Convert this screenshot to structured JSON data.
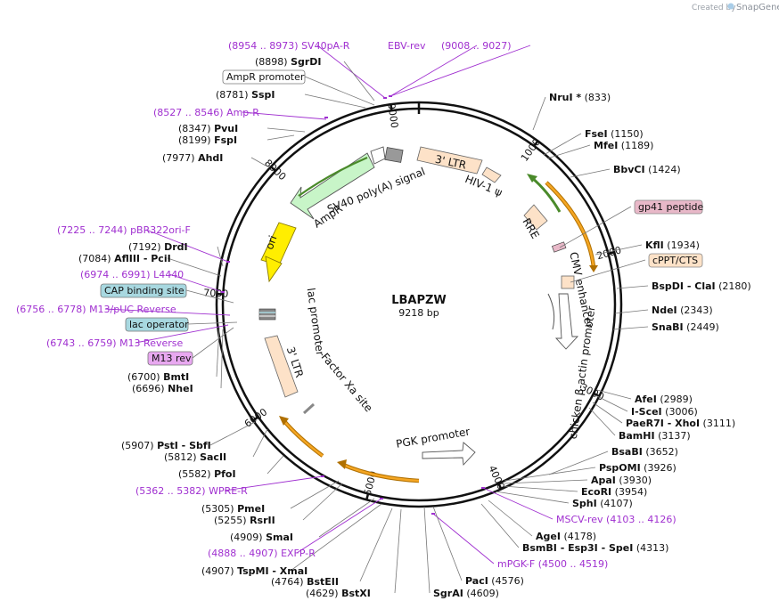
{
  "plasmid": {
    "name": "LBAPZW",
    "length": "9218 bp"
  },
  "credit": {
    "prefix": "Created by",
    "brand": "SnapGene"
  },
  "ticks": [
    "1000",
    "2000",
    "3000",
    "4000",
    "5000",
    "6000",
    "7000",
    "8000",
    "9000"
  ],
  "features": {
    "ltr3_top": "3' LTR",
    "hiv": "HIV-1 ψ",
    "rre": "RRE",
    "cmv": "CMV enhancer",
    "cba": "chicken β-actin promoter",
    "pgk": "PGK promoter",
    "factorxa": "Factor Xa site",
    "ltr3_bot": "3' LTR",
    "lac": "lac promoter",
    "ori": "ori",
    "ampr": "AmpR",
    "sv40": "SV40 poly(A) signal"
  },
  "right_labels": [
    {
      "name": "NruI *",
      "pos": "(833)"
    },
    {
      "name": "FseI",
      "pos": "(1150)"
    },
    {
      "name": "MfeI",
      "pos": "(1189)"
    },
    {
      "name": "BbvCI",
      "pos": "(1424)"
    },
    {
      "name": "gp41 peptide",
      "pos": ""
    },
    {
      "name": "KflI",
      "pos": "(1934)"
    },
    {
      "name": "cPPT/CTS",
      "pos": ""
    },
    {
      "name": "BspDI - ClaI",
      "pos": "(2180)"
    },
    {
      "name": "NdeI",
      "pos": "(2343)"
    },
    {
      "name": "SnaBI",
      "pos": "(2449)"
    },
    {
      "name": "AfeI",
      "pos": "(2989)"
    },
    {
      "name": "I-SceI",
      "pos": "(3006)"
    },
    {
      "name": "PaeR7I - XhoI",
      "pos": "(3111)"
    },
    {
      "name": "BamHI",
      "pos": "(3137)"
    },
    {
      "name": "BsaBI",
      "pos": "(3652)"
    },
    {
      "name": "PspOMI",
      "pos": "(3926)"
    },
    {
      "name": "ApaI",
      "pos": "(3930)"
    },
    {
      "name": "EcoRI",
      "pos": "(3954)"
    },
    {
      "name": "SphI",
      "pos": "(4107)"
    },
    {
      "name": "MSCV-rev",
      "pos": "(4103 .. 4126)"
    },
    {
      "name": "AgeI",
      "pos": "(4178)"
    },
    {
      "name": "BsmBI - Esp3I - SpeI",
      "pos": "(4313)"
    },
    {
      "name": "mPGK-F",
      "pos": "(4500 .. 4519)"
    },
    {
      "name": "PacI",
      "pos": "(4576)"
    },
    {
      "name": "SgrAI",
      "pos": "(4609)"
    }
  ],
  "left_labels": [
    {
      "pos": "(8954 .. 8973)",
      "name": "SV40pA-R"
    },
    {
      "pos": "",
      "name": "EBV-rev"
    },
    {
      "pos": "(9008 .. 9027)",
      "name": ""
    },
    {
      "pos": "(8898)",
      "name": "SgrDI"
    },
    {
      "pos": "",
      "name": "AmpR promoter"
    },
    {
      "pos": "(8781)",
      "name": "SspI"
    },
    {
      "pos": "(8527 .. 8546)",
      "name": "Amp-R"
    },
    {
      "pos": "(8347)",
      "name": "PvuI"
    },
    {
      "pos": "(8199)",
      "name": "FspI"
    },
    {
      "pos": "(7977)",
      "name": "AhdI"
    },
    {
      "pos": "(7225 .. 7244)",
      "name": "pBR322ori-F"
    },
    {
      "pos": "(7192)",
      "name": "DrdI"
    },
    {
      "pos": "(7084)",
      "name": "AflIII - PciI"
    },
    {
      "pos": "(6974 .. 6991)",
      "name": "L4440"
    },
    {
      "pos": "",
      "name": "CAP binding site"
    },
    {
      "pos": "(6756 .. 6778)",
      "name": "M13/pUC Reverse"
    },
    {
      "pos": "",
      "name": "lac operator"
    },
    {
      "pos": "(6743 .. 6759)",
      "name": "M13 Reverse"
    },
    {
      "pos": "",
      "name": "M13 rev"
    },
    {
      "pos": "(6700)",
      "name": "BmtI"
    },
    {
      "pos": "(6696)",
      "name": "NheI"
    },
    {
      "pos": "(5907)",
      "name": "PstI - SbfI"
    },
    {
      "pos": "(5812)",
      "name": "SacII"
    },
    {
      "pos": "(5582)",
      "name": "PfoI"
    },
    {
      "pos": "(5362 .. 5382)",
      "name": "WPRE-R"
    },
    {
      "pos": "(5305)",
      "name": "PmeI"
    },
    {
      "pos": "(5255)",
      "name": "RsrII"
    },
    {
      "pos": "(4909)",
      "name": "SmaI"
    },
    {
      "pos": "(4888 .. 4907)",
      "name": "EXFP-R"
    },
    {
      "pos": "(4907)",
      "name": "TspMI - XmaI"
    },
    {
      "pos": "(4764)",
      "name": "BstEII"
    },
    {
      "pos": "(4629)",
      "name": "BstXI"
    }
  ],
  "colors": {
    "backbone": "#111111",
    "ltr": "#fde2c8",
    "orange_arrow": "#f5a623",
    "green_arrow": "#7dc95e",
    "ampr_fill": "#c8f5c8",
    "ori_fill": "#ffee00",
    "primer": "#a030d0",
    "cap_box": "#a8d8e0",
    "pink_box": "#e8b8c8",
    "m13_box": "#e8a8f0"
  }
}
